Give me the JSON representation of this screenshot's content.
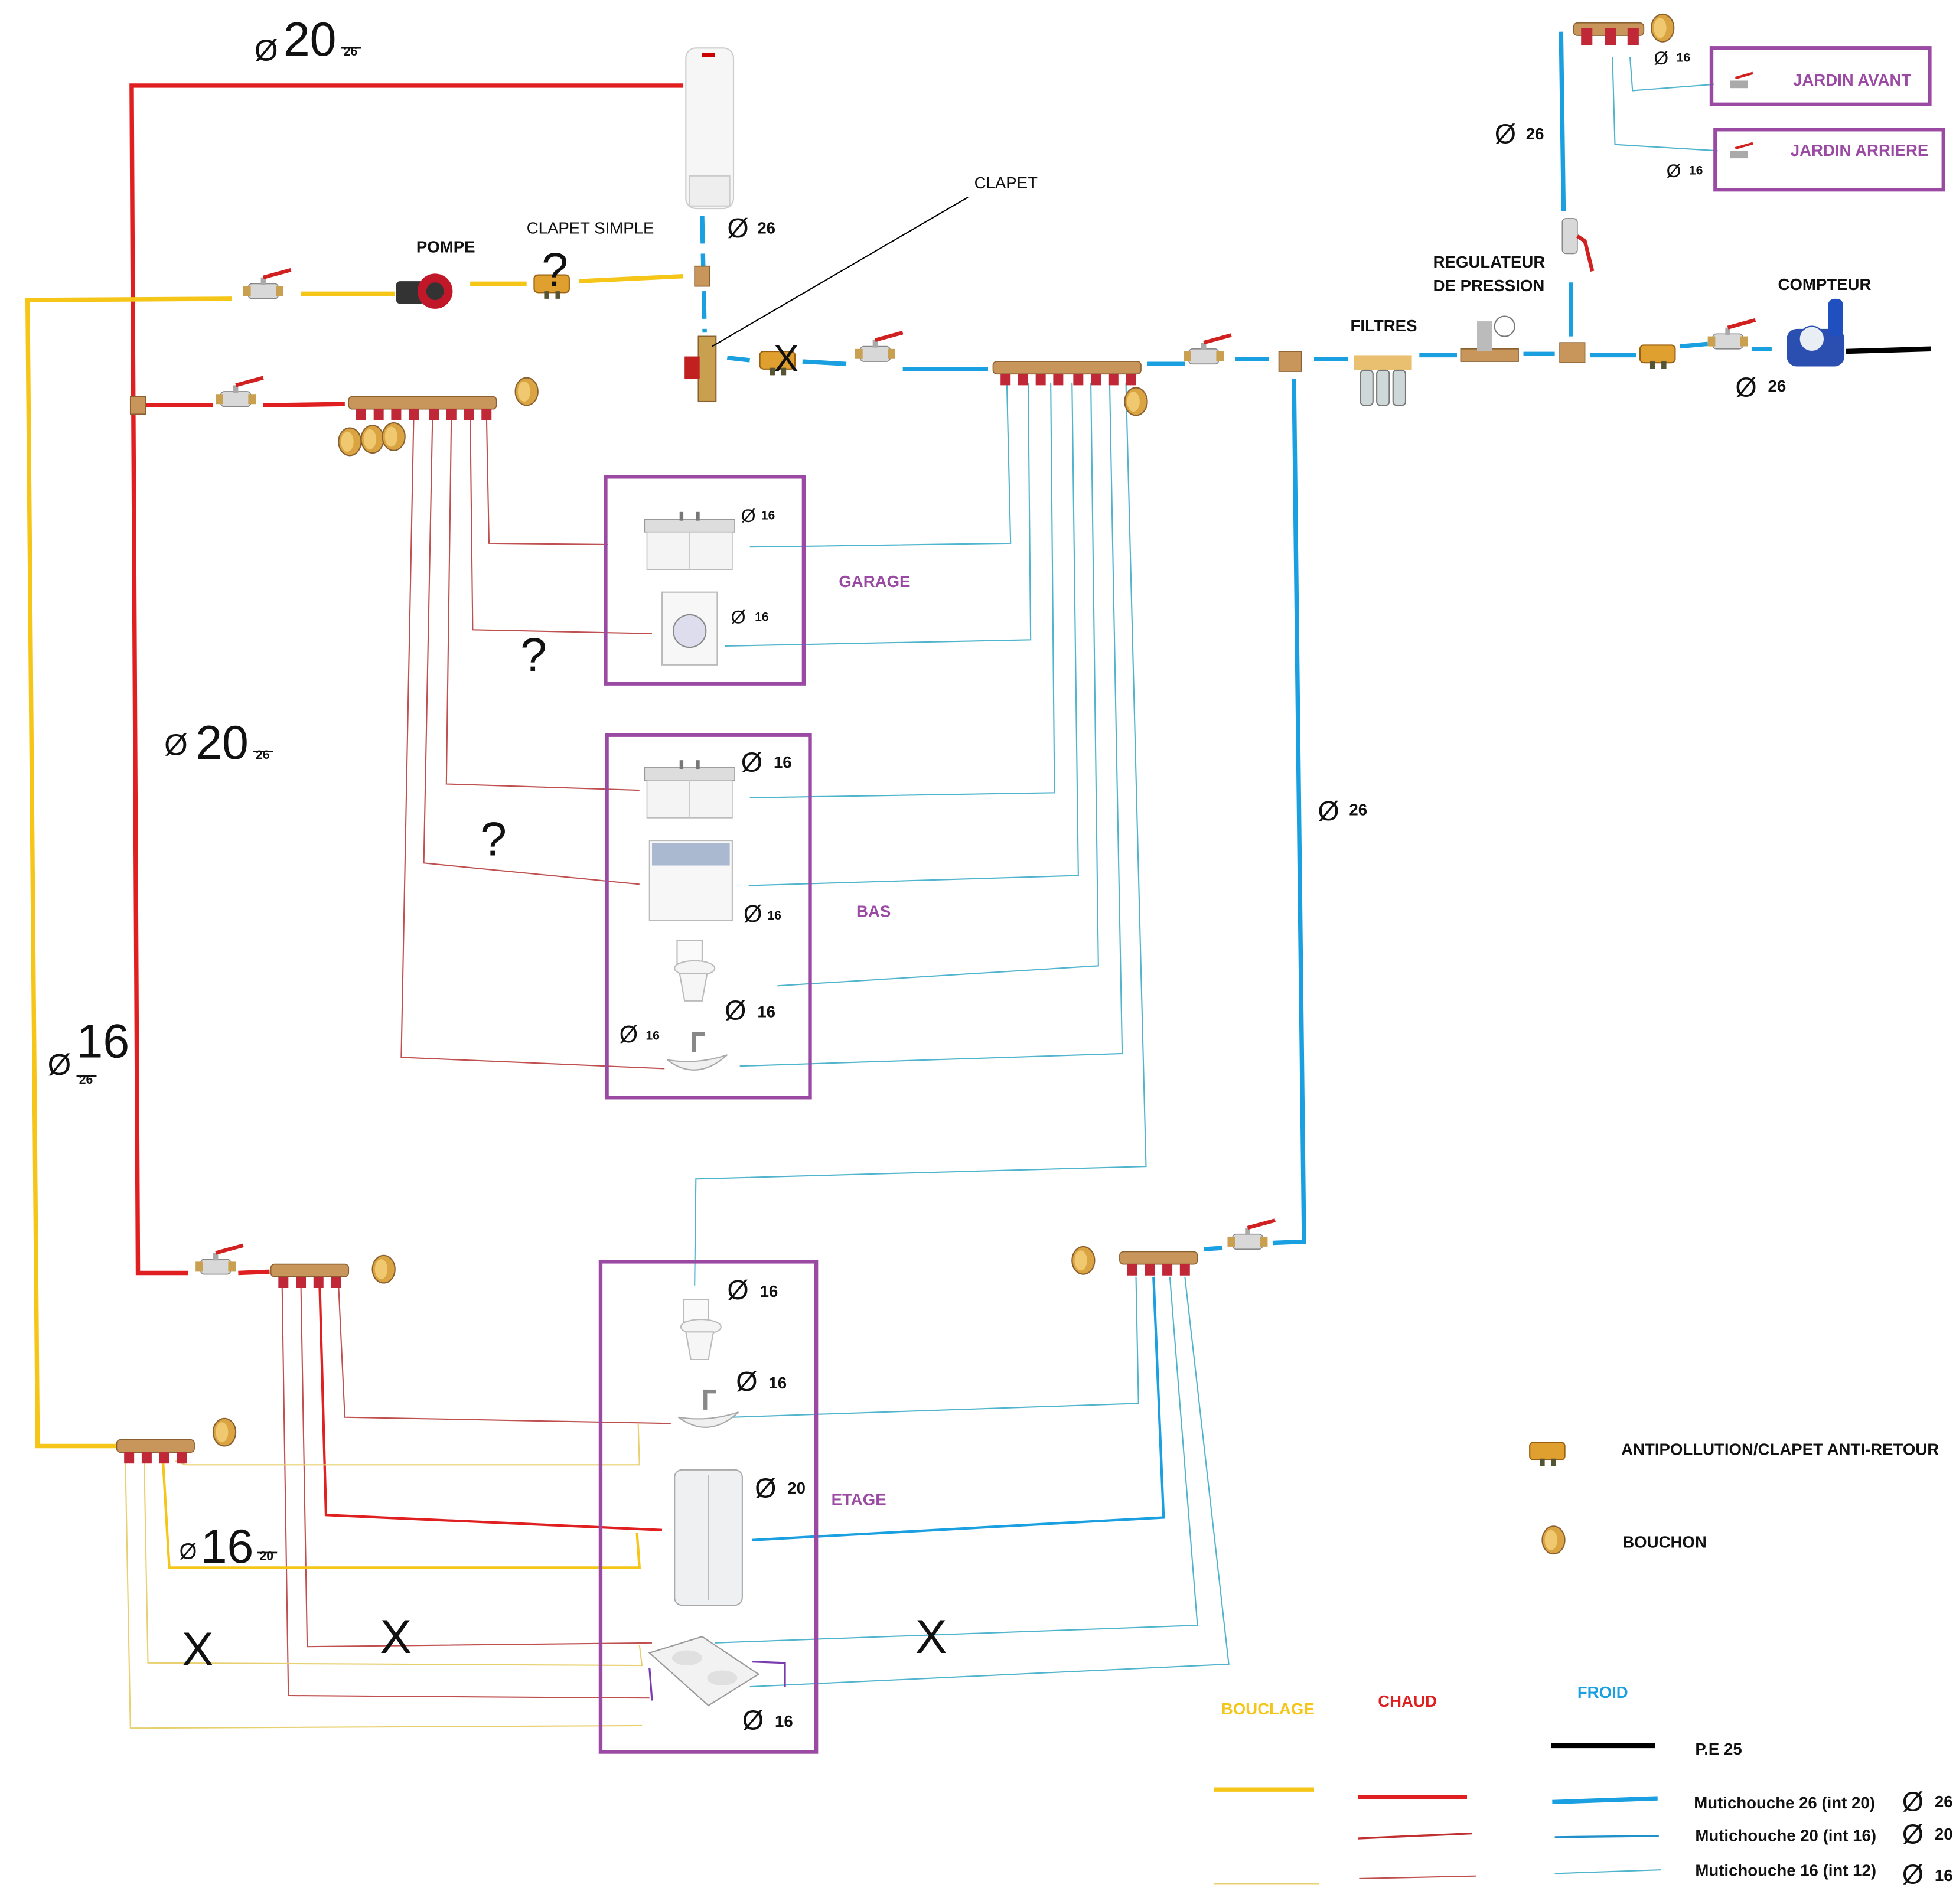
{
  "labels": {
    "pompe": "POMPE",
    "clapet_simple": "CLAPET SIMPLE",
    "clapet": "CLAPET",
    "filtres": "FILTRES",
    "regulateur_line1": "REGULATEUR",
    "regulateur_line2": "DE PRESSION",
    "compteur": "COMPTEUR"
  },
  "zones": {
    "garage": "GARAGE",
    "bas": "BAS",
    "etage": "ETAGE",
    "jardin_avant": "JARDIN AVANT",
    "jardin_arriere": "JARDIN ARRIERE"
  },
  "diameters": {
    "top_hot_new": "20",
    "top_hot_old": "26",
    "hot_riser_new": "20",
    "hot_riser_old": "26",
    "loop_riser_new": "16",
    "loop_riser_old": "26",
    "loop_etage_new": "16",
    "loop_etage_old": "20",
    "tank_outlet": "26",
    "jardin_riser": "26",
    "jardin_avant": "16",
    "jardin_arriere": "16",
    "compteur": "26",
    "cold_riser": "26",
    "garage_sink": "16",
    "garage_washer": "16",
    "bas_sink": "16",
    "bas_dishwasher": "16",
    "bas_wc": "16",
    "bas_basin": "16",
    "etage_wc": "16",
    "etage_basin": "16",
    "etage_shower": "20",
    "etage_double_basin": "16"
  },
  "symbol": "Ø",
  "marks": {
    "question": "?",
    "cross": "X"
  },
  "legend": {
    "antipollution": "ANTIPOLLUTION/CLAPET ANTI-RETOUR",
    "bouchon": "BOUCHON",
    "bouclage": "BOUCLAGE",
    "chaud": "CHAUD",
    "froid": "FROID",
    "pe25": "P.E 25",
    "multi26": "Mutichouche 26 (int 20)",
    "multi20": "Mutichouche 20 (int 16)",
    "multi16": "Mutichouche 16 (int 12)",
    "d26": "26",
    "d20": "20",
    "d16": "16"
  },
  "colors": {
    "bouclage": "#f5c518",
    "chaud": "#e02020",
    "froid": "#1aa0e0",
    "pe": "#000000",
    "zone": "#9b4aa3"
  }
}
